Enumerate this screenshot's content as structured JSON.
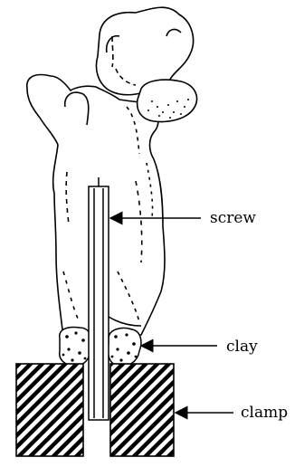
{
  "labels": {
    "screw": "screw",
    "clay": "clay",
    "clamp": "clamp"
  },
  "colors": {
    "ink": "#000000",
    "paper": "#ffffff"
  }
}
